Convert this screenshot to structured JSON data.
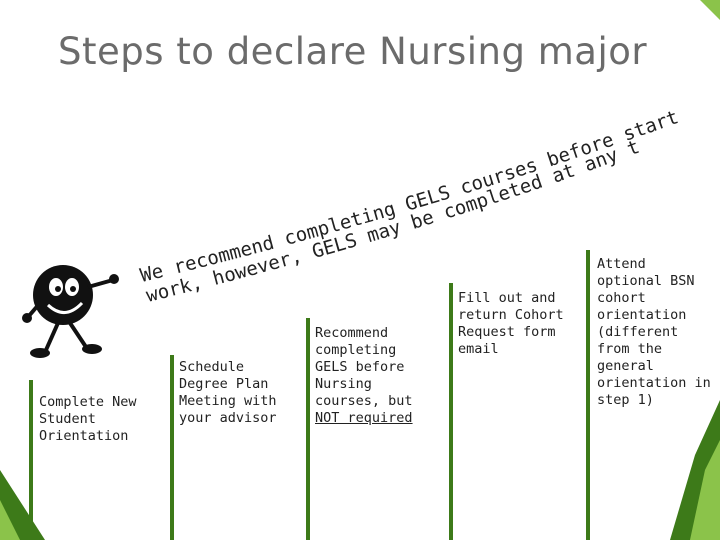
{
  "slide": {
    "title": "Steps to declare Nursing major",
    "curved_note": {
      "line1": "We recommend completing GELS courses before starting Nursing major course",
      "line2": "work, however, GELS may be completed at any time prior to graduation"
    },
    "steps": [
      {
        "lines": [
          "Complete New",
          "Student",
          "Orientation"
        ]
      },
      {
        "lines": [
          "Schedule",
          "Degree Plan",
          "Meeting with",
          "your advisor"
        ]
      },
      {
        "lines": [
          "Recommend",
          "completing",
          "GELS before",
          "Nursing",
          "courses, but",
          "NOT required"
        ]
      },
      {
        "lines": [
          "Fill out and",
          "return Cohort",
          "Request form",
          "email"
        ]
      },
      {
        "lines": [
          "Attend",
          "optional BSN",
          "cohort",
          "orientation",
          "(different",
          "from the",
          "general",
          "orientation in",
          "step 1)"
        ]
      }
    ],
    "colors": {
      "accent_green": "#3d7a19",
      "light_green": "#8bc34a",
      "title_gray": "#6b6b6b"
    }
  }
}
